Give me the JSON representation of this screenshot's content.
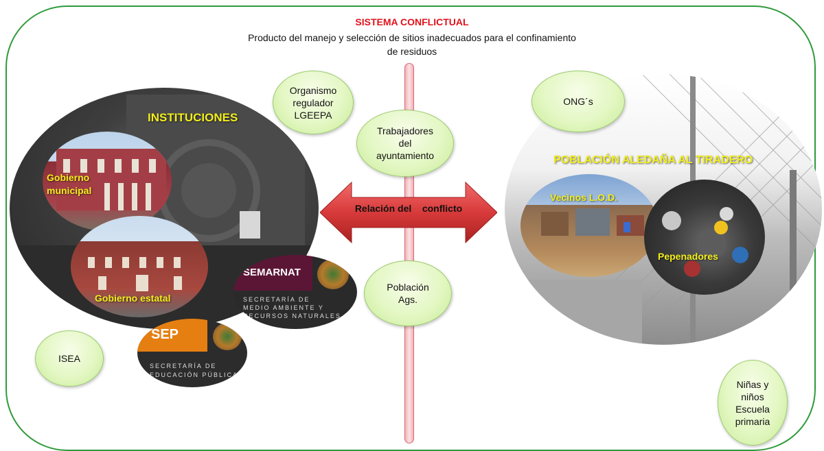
{
  "title": "SISTEMA CONFLICTUAL",
  "subtitle": "Producto del manejo y selección de sitios inadecuados para el confinamiento de residuos",
  "left_group": {
    "label": "INSTITUCIONES",
    "municipal": "Gobierno municipal",
    "estatal": "Gobierno estatal",
    "semarnat": {
      "name": "SEMARNAT",
      "line1": "SECRETARÍA DE",
      "line2": "MEDIO AMBIENTE Y",
      "line3": "RECURSOS NATURALES"
    },
    "sep": {
      "name": "SEP",
      "line1": "SECRETARÍA DE",
      "line2": "EDUCACIÓN PÚBLICA"
    }
  },
  "right_group": {
    "label": "POBLACIÓN ALEDAÑA AL TIRADERO",
    "vecinos": "Vecinos L.O.D.",
    "pepenadores": "Pepenadores"
  },
  "actors": {
    "organismo": "Organismo\nregulador\nLGEEPA",
    "trabajadores": "Trabajadores\ndel\nayuntamiento",
    "poblacion_ags": "Población\nAgs.",
    "ong": "ONG´s",
    "isea": "ISEA",
    "ninos": "Niñas y\nniños\nEscuela\nprimaria"
  },
  "arrow_label": "Relación del    conflicto",
  "colors": {
    "title": "#e0121b",
    "frame": "#2f9a3a",
    "label_yellow": "#f2ee1c",
    "arrow": "#d83a3a"
  }
}
